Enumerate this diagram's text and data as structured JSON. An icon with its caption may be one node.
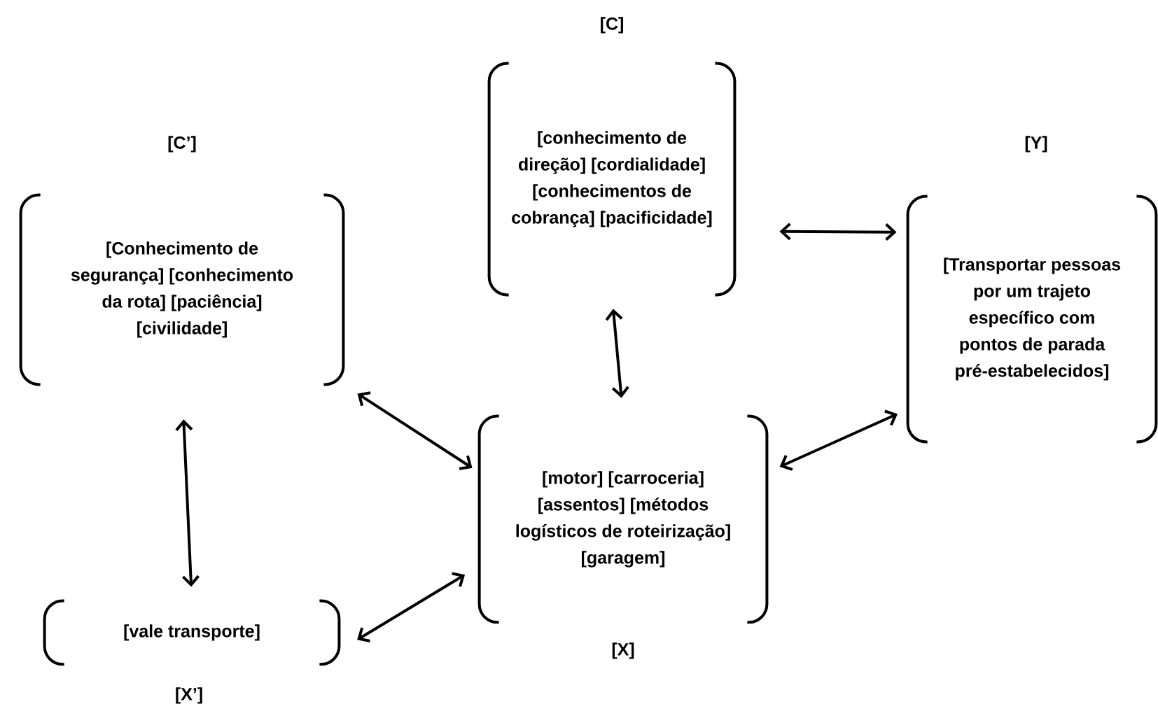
{
  "diagram": {
    "nodes": [
      {
        "text": [
          "[C’]",
          "[Conhecimento de segurança] [conhecimento da rota] [paciência] [civilidade]"
        ]
      },
      {
        "text": [
          "[C]",
          "[conhecimento de direção] [cordialidade] [conhecimentos de cobrança] [pacificidade]"
        ]
      },
      {
        "text": [
          "[Y]",
          "[Transportar pessoas por um trajeto específico com pontos de parada pré-estabelecidos]"
        ]
      },
      {
        "text": [
          "[motor] [carroceria] [assentos] [métodos logísticos de roteirização] [garagem]",
          "[X]"
        ]
      },
      {
        "text": [
          "[vale transporte]",
          "[X’]"
        ]
      }
    ],
    "edges": [
      {
        "from": 0,
        "to": 3,
        "arrow": "both"
      },
      {
        "from": 0,
        "to": 4,
        "arrow": "both"
      },
      {
        "from": 1,
        "to": 3,
        "arrow": "both"
      },
      {
        "from": 1,
        "to": 2,
        "arrow": "both"
      },
      {
        "from": 2,
        "to": 3,
        "arrow": "both"
      },
      {
        "from": 3,
        "to": 4,
        "arrow": "both"
      }
    ]
  }
}
